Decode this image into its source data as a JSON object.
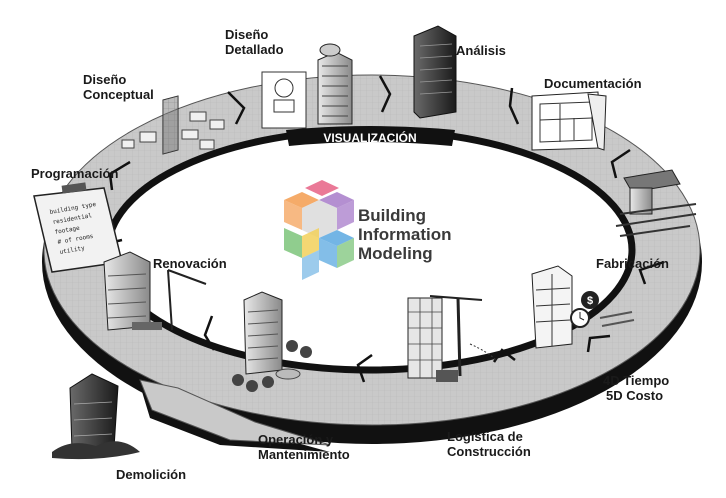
{
  "center_title": {
    "line1": "Building",
    "line2": "Information",
    "line3": "Modeling"
  },
  "ribbon_label": "VISUALIZACIÓN",
  "stages": {
    "diseno_detallado": [
      "Diseño",
      "Detallado"
    ],
    "analisis": "Análisis",
    "documentacion": "Documentación",
    "diseno_conceptual": [
      "Diseño",
      "Conceptual"
    ],
    "programacion": "Programación",
    "fabricacion": "Fabricación",
    "renovacion": "Renovación",
    "tiempo_costo": [
      "4D Tiempo",
      "5D Costo"
    ],
    "operacion": [
      "Operación y",
      "Mantenimiento"
    ],
    "logistica": [
      "Logística de",
      "Construcción"
    ],
    "demolicion": "Demolición"
  },
  "clipboard_text": [
    "building type",
    "residential",
    "footage",
    "# of rooms",
    "utility"
  ],
  "colors": {
    "ring_top": "#c9c9c9",
    "ring_edge": "#111111",
    "logo_orange": "#f4a259",
    "logo_pink": "#e86a8c",
    "logo_purple": "#a77bc9",
    "logo_blue": "#5aa8e0",
    "logo_green": "#7cc47a",
    "logo_yellow": "#f2d05a"
  }
}
